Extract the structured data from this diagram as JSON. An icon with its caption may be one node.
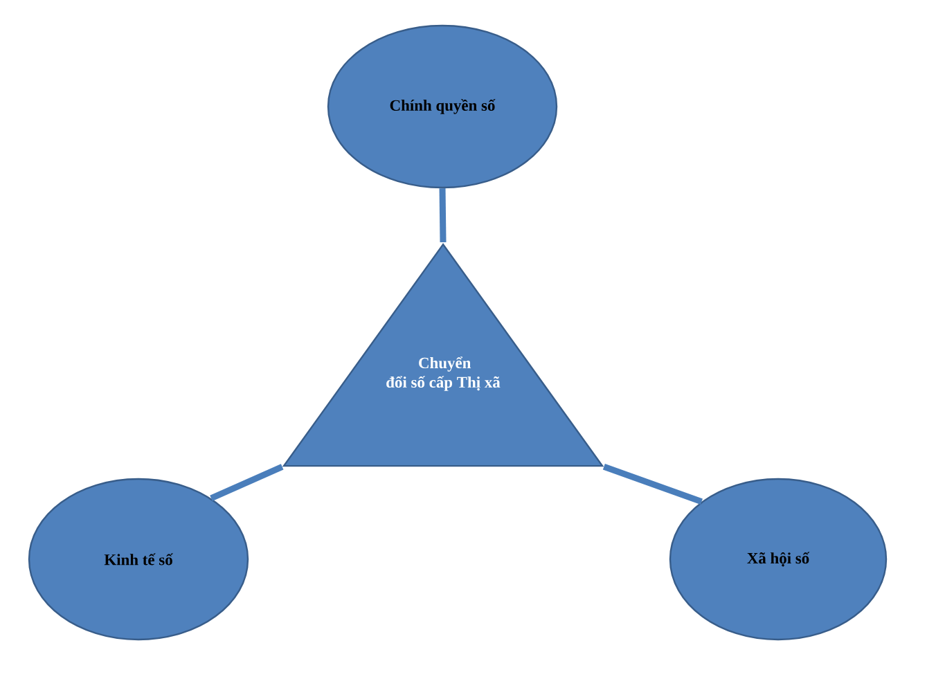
{
  "diagram": {
    "nodes": [
      {
        "text": [
          "Chính quyền số"
        ]
      },
      {
        "text": [
          "Chuyển đổi số cấp Thị xã"
        ]
      },
      {
        "text": [
          "Kinh tế số"
        ]
      },
      {
        "text": [
          "Xã hội số"
        ]
      }
    ],
    "edges": [
      {
        "from": 1,
        "to": 0,
        "arrow": "none"
      },
      {
        "from": 1,
        "to": 2,
        "arrow": "none"
      },
      {
        "from": 1,
        "to": 3,
        "arrow": "none"
      }
    ]
  }
}
